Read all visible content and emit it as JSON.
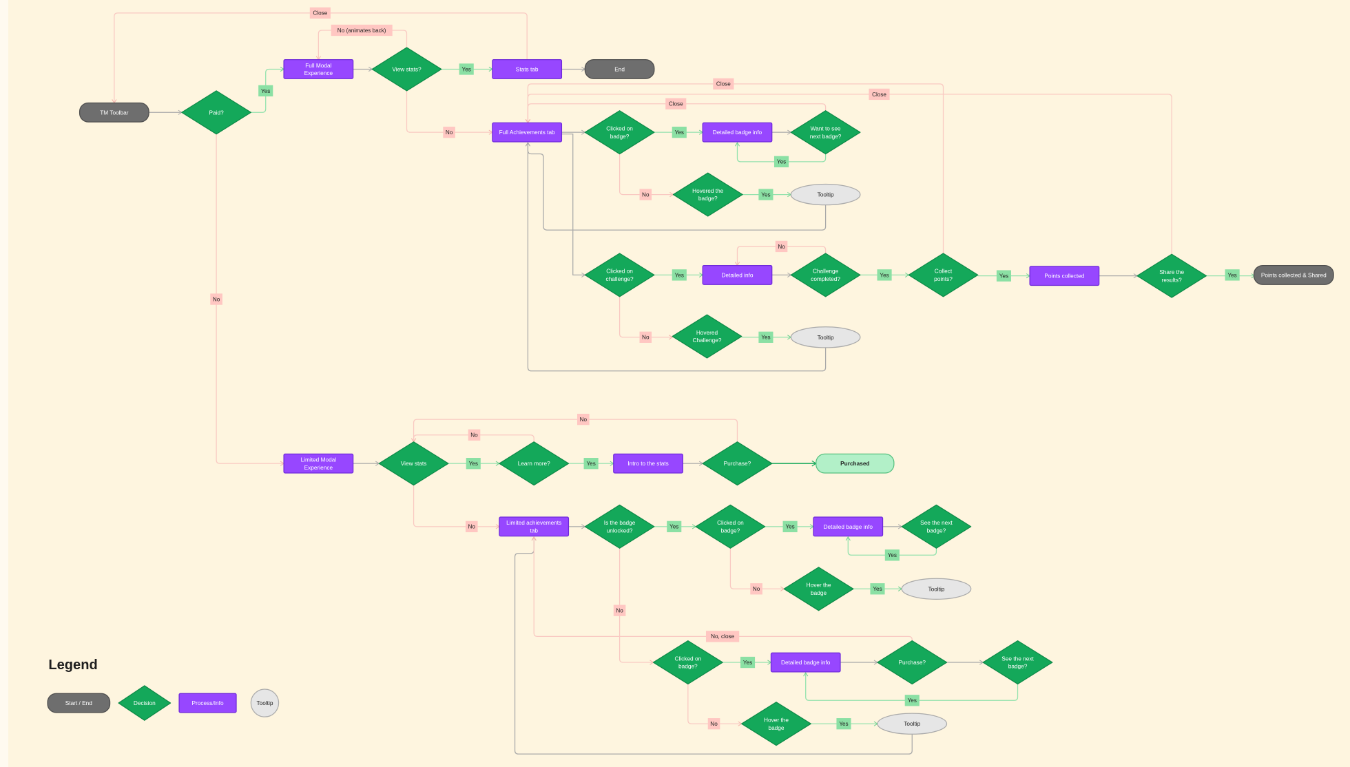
{
  "legend": {
    "title": "Legend",
    "items": [
      {
        "type": "terminal",
        "label": "Start / End"
      },
      {
        "type": "decision",
        "label": "Decision"
      },
      {
        "type": "process",
        "label": "Process/Info"
      },
      {
        "type": "tooltip",
        "label": "Tooltip"
      }
    ]
  },
  "colors": {
    "background": "#fef5df",
    "terminal": "#6e6e6e",
    "process": "#9747ff",
    "decision": "#14a85a",
    "tooltip": "#e6e6e6",
    "purchased": "#b2f0c8",
    "tag_no": "#ffc7c2",
    "tag_yes": "#8be0a4",
    "edge_gray": "#a9a9a9",
    "edge_pink": "#f9c9c2",
    "edge_green": "#93e2ad"
  },
  "nodes": [
    {
      "id": "tm",
      "type": "terminal",
      "lines": [
        "TM Toolbar"
      ]
    },
    {
      "id": "paid",
      "type": "decision",
      "lines": [
        "Paid?"
      ]
    },
    {
      "id": "fme",
      "type": "process",
      "lines": [
        "Full Modal",
        "Experience"
      ]
    },
    {
      "id": "vs1",
      "type": "decision",
      "lines": [
        "View stats?"
      ]
    },
    {
      "id": "stats",
      "type": "process",
      "lines": [
        "Stats tab"
      ]
    },
    {
      "id": "end",
      "type": "terminal",
      "lines": [
        "End"
      ]
    },
    {
      "id": "fat",
      "type": "process",
      "lines": [
        "Full Achievements tab"
      ]
    },
    {
      "id": "cob1",
      "type": "decision",
      "lines": [
        "Clicked on",
        "badge?"
      ]
    },
    {
      "id": "dbi1",
      "type": "process",
      "lines": [
        "Detailed badge info"
      ]
    },
    {
      "id": "wsnb",
      "type": "decision",
      "lines": [
        "Want to see",
        "next badge?"
      ]
    },
    {
      "id": "htb1",
      "type": "decision",
      "lines": [
        "Hovered the",
        "badge?"
      ]
    },
    {
      "id": "tt1",
      "type": "tooltip",
      "lines": [
        "Tooltip"
      ]
    },
    {
      "id": "coc",
      "type": "decision",
      "lines": [
        "Clicked on",
        "challenge?"
      ]
    },
    {
      "id": "di",
      "type": "process",
      "lines": [
        "Detailed info"
      ]
    },
    {
      "id": "cc",
      "type": "decision",
      "lines": [
        "Challenge",
        "completed?"
      ]
    },
    {
      "id": "cp",
      "type": "decision",
      "lines": [
        "Collect",
        "points?"
      ]
    },
    {
      "id": "pc",
      "type": "process",
      "lines": [
        "Points collected"
      ]
    },
    {
      "id": "str",
      "type": "decision",
      "lines": [
        "Share the",
        "results?"
      ]
    },
    {
      "id": "pcs",
      "type": "terminal",
      "lines": [
        "Points collected & Shared"
      ]
    },
    {
      "id": "hc",
      "type": "decision",
      "lines": [
        "Hovered",
        "Challenge?"
      ]
    },
    {
      "id": "tt2",
      "type": "tooltip",
      "lines": [
        "Tooltip"
      ]
    },
    {
      "id": "lme",
      "type": "process",
      "lines": [
        "Limited Modal",
        "Experience"
      ]
    },
    {
      "id": "vs2",
      "type": "decision",
      "lines": [
        "View stats"
      ]
    },
    {
      "id": "lm",
      "type": "decision",
      "lines": [
        "Learn more?"
      ]
    },
    {
      "id": "its",
      "type": "process",
      "lines": [
        "Intro to the stats"
      ]
    },
    {
      "id": "pur1",
      "type": "decision",
      "lines": [
        "Purchase?"
      ]
    },
    {
      "id": "purchased",
      "type": "purchased",
      "lines": [
        "Purchased"
      ]
    },
    {
      "id": "lat",
      "type": "process",
      "lines": [
        "Limited achievements",
        "tab"
      ]
    },
    {
      "id": "ibu",
      "type": "decision",
      "lines": [
        "Is the badge",
        "unlocked?"
      ]
    },
    {
      "id": "cob2",
      "type": "decision",
      "lines": [
        "Clicked on",
        "badge?"
      ]
    },
    {
      "id": "dbi2",
      "type": "process",
      "lines": [
        "Detailed badge info"
      ]
    },
    {
      "id": "stnb1",
      "type": "decision",
      "lines": [
        "See the next",
        "badge?"
      ]
    },
    {
      "id": "htb2",
      "type": "decision",
      "lines": [
        "Hover the",
        "badge"
      ]
    },
    {
      "id": "tt3",
      "type": "tooltip",
      "lines": [
        "Tooltip"
      ]
    },
    {
      "id": "cob3",
      "type": "decision",
      "lines": [
        "Clicked on",
        "badge?"
      ]
    },
    {
      "id": "dbi3",
      "type": "process",
      "lines": [
        "Detailed badge info"
      ]
    },
    {
      "id": "pur2",
      "type": "decision",
      "lines": [
        "Purchase?"
      ]
    },
    {
      "id": "stnb2",
      "type": "decision",
      "lines": [
        "See the next",
        "badge?"
      ]
    },
    {
      "id": "htb3",
      "type": "decision",
      "lines": [
        "Hover the",
        "badge"
      ]
    },
    {
      "id": "tt4",
      "type": "tooltip",
      "lines": [
        "Tooltip"
      ]
    }
  ],
  "tags": [
    {
      "kind": "no",
      "text": "Close"
    },
    {
      "kind": "no",
      "text": "No (animates back)"
    },
    {
      "kind": "yes",
      "text": "Yes"
    },
    {
      "kind": "yes",
      "text": "Yes"
    },
    {
      "kind": "no",
      "text": "No"
    },
    {
      "kind": "yes",
      "text": "Yes"
    },
    {
      "kind": "no",
      "text": "Close"
    },
    {
      "kind": "no",
      "text": "Close"
    },
    {
      "kind": "no",
      "text": "Close"
    },
    {
      "kind": "yes",
      "text": "Yes"
    },
    {
      "kind": "no",
      "text": "No"
    },
    {
      "kind": "yes",
      "text": "Yes"
    },
    {
      "kind": "no",
      "text": "No"
    },
    {
      "kind": "yes",
      "text": "Yes"
    },
    {
      "kind": "yes",
      "text": "Yes"
    },
    {
      "kind": "yes",
      "text": "Yes"
    },
    {
      "kind": "yes",
      "text": "Yes"
    },
    {
      "kind": "no",
      "text": "No"
    },
    {
      "kind": "yes",
      "text": "Yes"
    },
    {
      "kind": "no",
      "text": "No"
    },
    {
      "kind": "no",
      "text": "No"
    },
    {
      "kind": "no",
      "text": "No"
    },
    {
      "kind": "yes",
      "text": "Yes"
    },
    {
      "kind": "yes",
      "text": "Yes"
    },
    {
      "kind": "no",
      "text": "No"
    },
    {
      "kind": "yes",
      "text": "Yes"
    },
    {
      "kind": "yes",
      "text": "Yes"
    },
    {
      "kind": "yes",
      "text": "Yes"
    },
    {
      "kind": "no",
      "text": "No"
    },
    {
      "kind": "yes",
      "text": "Yes"
    },
    {
      "kind": "no",
      "text": "No"
    },
    {
      "kind": "no",
      "text": "No, close"
    },
    {
      "kind": "yes",
      "text": "Yes"
    },
    {
      "kind": "yes",
      "text": "Yes"
    },
    {
      "kind": "no",
      "text": "No"
    },
    {
      "kind": "yes",
      "text": "Yes"
    }
  ]
}
